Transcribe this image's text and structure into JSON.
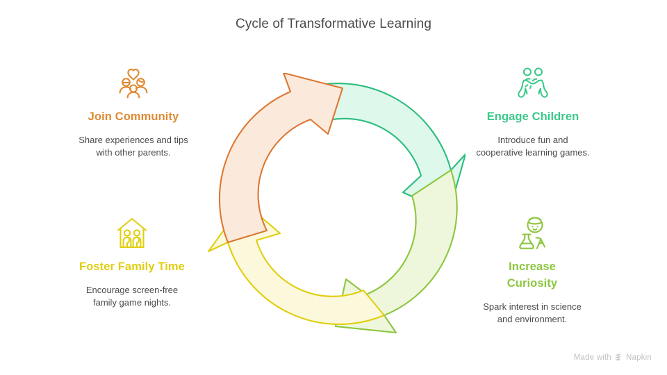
{
  "title": "Cycle of Transformative Learning",
  "colors": {
    "title_text": "#4a4a4a",
    "body_text": "#4b4b4b",
    "orange": "#E08A33",
    "orange_stroke": "#DD7832",
    "orange_fill": "#FBEADC",
    "teal": "#3CC98A",
    "teal_stroke": "#2BBD7E",
    "teal_fill": "#DEF8EB",
    "yellow": "#E0CE0E",
    "yellow_stroke": "#E0CE0E",
    "yellow_fill": "#FCF8DC",
    "lime": "#8CC63E",
    "lime_stroke": "#8CC63E",
    "lime_fill": "#EEF7DC",
    "background": "#FFFFFF",
    "watermark": "#C2C2C2"
  },
  "quadrants": [
    {
      "id": "join-community",
      "icon": "community-heart-icon",
      "heading": "Join Community",
      "description": "Share experiences and tips with other parents.",
      "color": "#E08A33"
    },
    {
      "id": "engage-children",
      "icon": "two-children-icon",
      "heading": "Engage Children",
      "description": "Introduce fun and cooperative learning games.",
      "color": "#3CC98A"
    },
    {
      "id": "foster-family-time",
      "icon": "family-house-icon",
      "heading": "Foster Family Time",
      "description": "Encourage screen-free family game nights.",
      "color": "#E0CE0E"
    },
    {
      "id": "increase-curiosity",
      "icon": "child-scientist-flask-icon",
      "heading": "Increase Curiosity",
      "description": "Spark interest in science and environment.",
      "color": "#8CC63E"
    }
  ],
  "chart_data": {
    "type": "diagram",
    "subtype": "cycle",
    "title": "Cycle of Transformative Learning",
    "direction": "clockwise",
    "segments": [
      {
        "label": "Join Community",
        "position": "top-left",
        "arc_start_deg": 270,
        "arc_end_deg": 180,
        "stroke": "#DD7832",
        "fill": "#FBEADC"
      },
      {
        "label": "Engage Children",
        "position": "top-right",
        "arc_start_deg": 0,
        "arc_end_deg": 270,
        "stroke": "#2BBD7E",
        "fill": "#DEF8EB"
      },
      {
        "label": "Increase Curiosity",
        "position": "bottom-right",
        "arc_start_deg": 90,
        "arc_end_deg": 0,
        "stroke": "#8CC63E",
        "fill": "#EEF7DC"
      },
      {
        "label": "Foster Family Time",
        "position": "bottom-left",
        "arc_start_deg": 180,
        "arc_end_deg": 90,
        "stroke": "#E0CE0E",
        "fill": "#FCF8DC"
      }
    ]
  },
  "watermark": {
    "prefix": "Made with",
    "brand": "Napkin"
  }
}
